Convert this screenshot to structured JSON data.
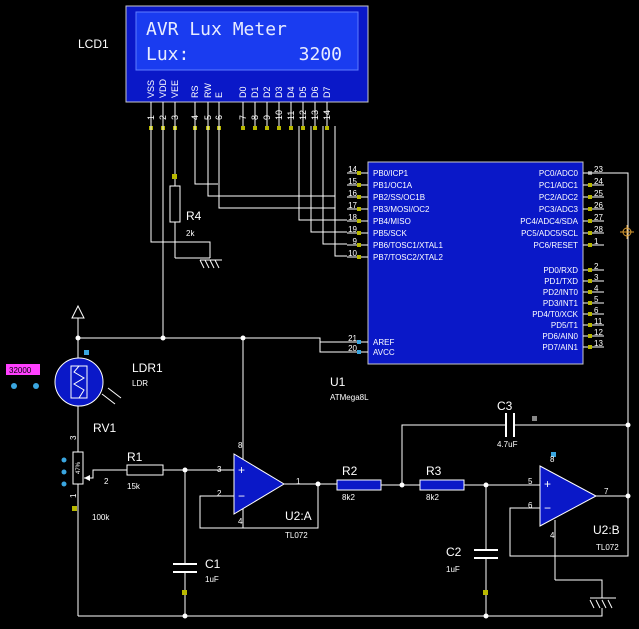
{
  "lcd": {
    "ref": "LCD1",
    "line1": "AVR Lux Meter",
    "line2_label": "Lux:",
    "line2_value": "3200",
    "pin_names": [
      "VSS",
      "VDD",
      "VEE",
      "RS",
      "RW",
      "E",
      "D0",
      "D1",
      "D2",
      "D3",
      "D4",
      "D5",
      "D6",
      "D7"
    ],
    "pin_numbers": [
      "1",
      "2",
      "3",
      "4",
      "5",
      "6",
      "7",
      "8",
      "9",
      "10",
      "11",
      "12",
      "13",
      "14"
    ]
  },
  "mcu": {
    "ref": "U1",
    "part": "ATMega8L",
    "left_pins": [
      {
        "num": "14",
        "name": "PB0/ICP1"
      },
      {
        "num": "15",
        "name": "PB1/OC1A"
      },
      {
        "num": "16",
        "name": "PB2/SS/OC1B"
      },
      {
        "num": "17",
        "name": "PB3/MOSI/OC2"
      },
      {
        "num": "18",
        "name": "PB4/MISO"
      },
      {
        "num": "19",
        "name": "PB5/SCK"
      },
      {
        "num": "9",
        "name": "PB6/TOSC1/XTAL1"
      },
      {
        "num": "10",
        "name": "PB7/TOSC2/XTAL2"
      }
    ],
    "power_pins": [
      {
        "num": "21",
        "name": "AREF"
      },
      {
        "num": "20",
        "name": "AVCC"
      }
    ],
    "right_pins": [
      {
        "num": "23",
        "name": "PC0/ADC0"
      },
      {
        "num": "24",
        "name": "PC1/ADC1"
      },
      {
        "num": "25",
        "name": "PC2/ADC2"
      },
      {
        "num": "26",
        "name": "PC3/ADC3"
      },
      {
        "num": "27",
        "name": "PC4/ADC4/SDA"
      },
      {
        "num": "28",
        "name": "PC5/ADC5/SCL"
      },
      {
        "num": "1",
        "name": "PC6/RESET"
      },
      {
        "num": "2",
        "name": "PD0/RXD"
      },
      {
        "num": "3",
        "name": "PD1/TXD"
      },
      {
        "num": "4",
        "name": "PD2/INT0"
      },
      {
        "num": "5",
        "name": "PD3/INT1"
      },
      {
        "num": "6",
        "name": "PD4/T0/XCK"
      },
      {
        "num": "11",
        "name": "PD5/T1"
      },
      {
        "num": "12",
        "name": "PD6/AIN0"
      },
      {
        "num": "13",
        "name": "PD7/AIN1"
      }
    ]
  },
  "r4": {
    "ref": "R4",
    "value": "2k"
  },
  "ldr": {
    "ref": "LDR1",
    "value": "LDR",
    "probe": "32000"
  },
  "rv1": {
    "ref": "RV1",
    "value": "100k",
    "pin_top": "3",
    "pin_wiper": "2",
    "pin_bottom": "1",
    "body": "47%"
  },
  "r1": {
    "ref": "R1",
    "value": "15k"
  },
  "r2": {
    "ref": "R2",
    "value": "8k2"
  },
  "r3": {
    "ref": "R3",
    "value": "8k2"
  },
  "c1": {
    "ref": "C1",
    "value": "1uF"
  },
  "c2": {
    "ref": "C2",
    "value": "1uF"
  },
  "c3": {
    "ref": "C3",
    "value": "4.7uF"
  },
  "u2a": {
    "ref": "U2:A",
    "part": "TL072",
    "pin_plus": "3",
    "pin_minus": "2",
    "pin_out": "1",
    "pin_vp": "8",
    "pin_vn": "4"
  },
  "u2b": {
    "ref": "U2:B",
    "part": "TL072",
    "pin_plus": "5",
    "pin_minus": "6",
    "pin_out": "7",
    "pin_vp": "8",
    "pin_vn": "4"
  }
}
